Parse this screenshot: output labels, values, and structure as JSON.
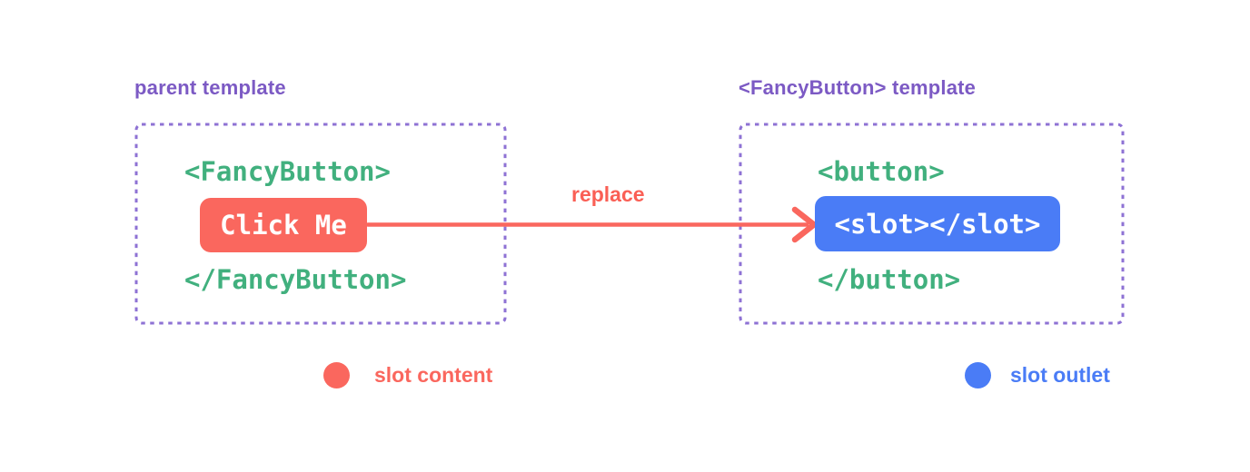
{
  "diagram": {
    "description": "Vue slots diagram: parent template content replaces the slot outlet inside the FancyButton component template"
  },
  "colors": {
    "background": "#ffffff",
    "purple_title": "#7c5ac4",
    "purple_dashed_border": "#8e72d4",
    "green_code": "#41b07e",
    "red_slot_content": "#fa675e",
    "blue_slot_outlet": "#4a7cf6",
    "pill_text": "#ffffff"
  },
  "parent_panel": {
    "title": "parent template",
    "open_tag": "<FancyButton>",
    "slot_content_button": "Click Me",
    "close_tag": "</FancyButton>"
  },
  "arrow": {
    "label": "replace"
  },
  "fancybutton_panel": {
    "title": "<FancyButton> template",
    "open_tag": "<button>",
    "slot_outlet": "<slot></slot>",
    "close_tag": "</button>"
  },
  "legend": {
    "slot_content": {
      "label": "slot content"
    },
    "slot_outlet": {
      "label": "slot outlet"
    }
  }
}
